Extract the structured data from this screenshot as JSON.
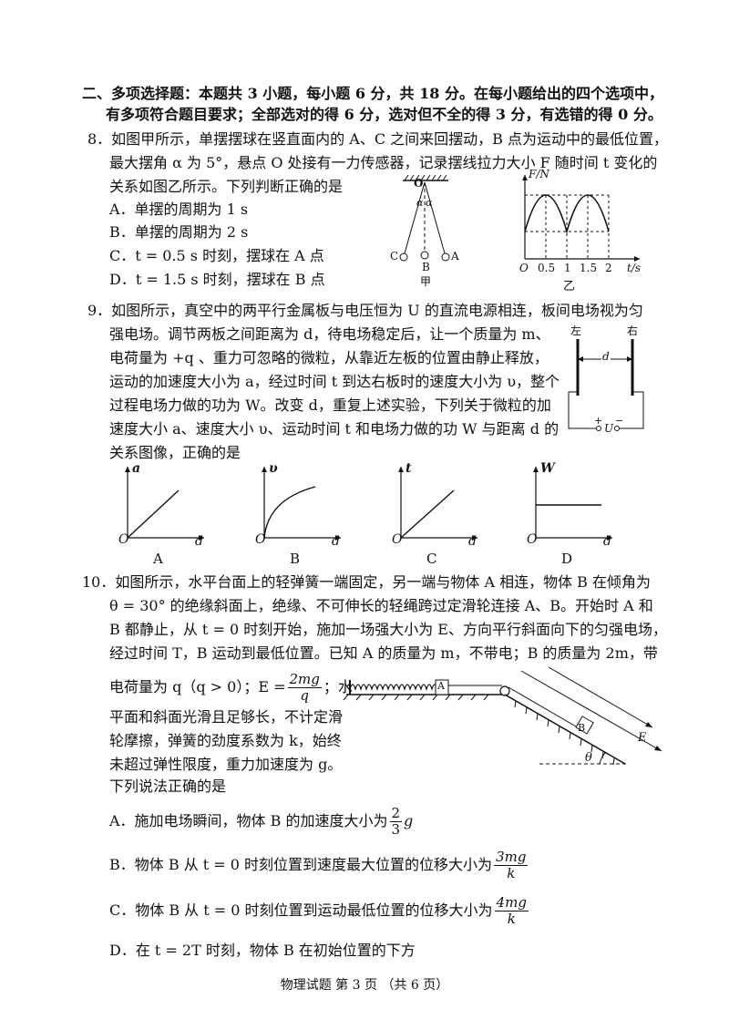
{
  "section": {
    "line1": "二、多项选择题：本题共 3 小题，每小题 6 分，共 18 分。在每小题给出的四个选项中，",
    "line2": "有多项符合题目要求；全部选对的得 6 分，选对但不全的得 3 分，有选错的得 0 分。"
  },
  "q8": {
    "line1": "8．如图甲所示，单摆摆球在竖直面内的 A、C 之间来回摆动，B 点为运动中的最低位置，",
    "line2": "最大摆角 α 为 5°，悬点 O 处接有一力传感器，记录摆线拉力大小 F 随时间 t 变化的",
    "line3": "关系如图乙所示。下列判断正确的是",
    "optA": "A．单摆的周期为 1 s",
    "optB": "B．单摆的周期为 2 s",
    "optC": "C．t = 0.5 s 时刻，摆球在 A 点",
    "optD": "D．t = 1.5 s 时刻，摆球在 B 点",
    "fig_jia": {
      "O": "O",
      "alpha1": "α",
      "alpha2": "α",
      "C": "C",
      "B": "B",
      "A": "A",
      "caption": "甲"
    },
    "fig_yi": {
      "ylabel": "F/N",
      "xlabel": "t/s",
      "origin": "O",
      "ticks": [
        "0.5",
        "1",
        "1.5",
        "2"
      ],
      "caption": "乙"
    }
  },
  "q9": {
    "line1": "9．如图所示，真空中的两平行金属板与电压恒为 U 的直流电源相连，板间电场视为匀",
    "line2": "强电场。调节两板之间距离为 d，待电场稳定后，让一个质量为 m、",
    "line3": "电荷量为 +q 、重力可忽略的微粒，从靠近左板的位置由静止释放，",
    "line4": "运动的加速度大小为 a，经过时间 t 到达右板时的速度大小为 υ，整个",
    "line5": "过程电场力做的功为 W。改变 d，重复上述实验，下列关于微粒的加",
    "line6": "速度大小 a、速度大小 υ、运动时间 t 和电场力做的功 W 与距离 d 的",
    "line7": "关系图像，正确的是",
    "circuit": {
      "left": "左",
      "right": "右",
      "d": "d",
      "plus": "+",
      "U": "U",
      "minus": "−"
    },
    "graphs": [
      {
        "y": "a",
        "x": "d",
        "o": "O",
        "caption": "A"
      },
      {
        "y": "υ",
        "x": "d",
        "o": "O",
        "caption": "B"
      },
      {
        "y": "t",
        "x": "d",
        "o": "O",
        "caption": "C"
      },
      {
        "y": "W",
        "x": "d",
        "o": "O",
        "caption": "D"
      }
    ]
  },
  "q10": {
    "line1": "10．如图所示，水平台面上的轻弹簧一端固定，另一端与物体 A 相连，物体 B 在倾角为",
    "line2": "θ = 30° 的绝缘斜面上，绝缘、不可伸长的轻绳跨过定滑轮连接 A、B。开始时 A 和",
    "line3": "B 都静止，从 t = 0 时刻开始，施加一场强大小为 E、方向平行斜面向下的匀强电场，",
    "line4": "经过时间 T，B 运动到最低位置。已知 A 的质量为 m，不带电；B 的质量为 2m，带",
    "line5a": "电荷量为 q（q > 0）；E =",
    "frac_E_num": "2mg",
    "frac_E_den": "q",
    "line5b": "；水",
    "line6": "平面和斜面光滑且足够长，不计定滑",
    "line7": "轮摩擦，弹簧的劲度系数为 k，始终",
    "line8": "未超过弹性限度，重力加速度为 g。",
    "line9": "下列说法正确的是",
    "optA_pre": "A．施加电场瞬间，物体 B 的加速度大小为",
    "optA_num": "2",
    "optA_den": "3",
    "optA_post": "g",
    "optB_pre": "B．物体 B 从 t = 0 时刻位置到速度最大位置的位移大小为",
    "optB_num": "3mg",
    "optB_den": "k",
    "optC_pre": "C．物体 B 从 t = 0 时刻位置到运动最低位置的位移大小为",
    "optC_num": "4mg",
    "optC_den": "k",
    "optD": "D．在 t = 2T 时刻，物体 B 在初始位置的下方",
    "fig": {
      "A": "A",
      "B": "B",
      "E": "E",
      "theta": "θ"
    }
  },
  "footer": "物理试题 第 3 页 （共 6 页）"
}
